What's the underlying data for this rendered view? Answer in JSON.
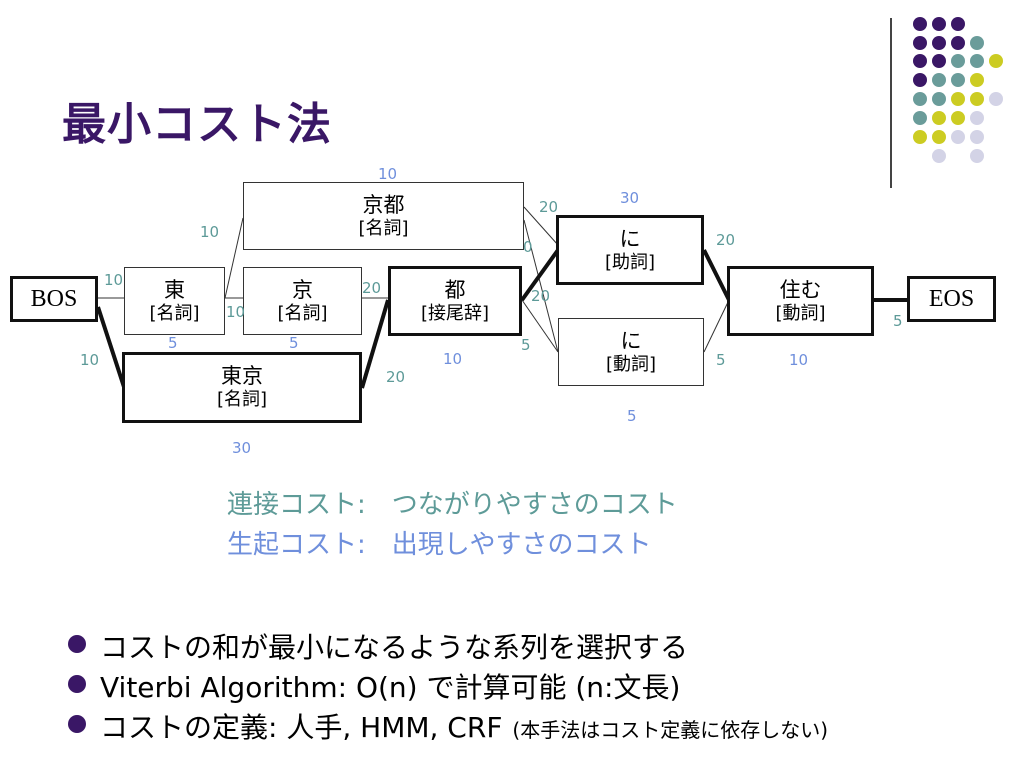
{
  "slide": {
    "title": "最小コスト法"
  },
  "theme": {
    "dark_purple": "#3a1766",
    "teal": "#5d9a98",
    "olive": "#cccc22",
    "lavender": "#d3d3e6"
  },
  "lattice": {
    "nodes": {
      "bos": {
        "label": "BOS"
      },
      "eos": {
        "label": "EOS"
      },
      "higashi": {
        "word": "東",
        "pos": "[名詞]"
      },
      "kyo": {
        "word": "京",
        "pos": "[名詞]"
      },
      "kyoto": {
        "word": "京都",
        "pos": "[名詞]"
      },
      "tokyo": {
        "word": "東京",
        "pos": "[名詞]"
      },
      "to": {
        "word": "都",
        "pos": "[接尾辞]"
      },
      "ni_joshi": {
        "word": "に",
        "pos": "[助詞]"
      },
      "ni_doshi": {
        "word": "に",
        "pos": "[動詞]"
      },
      "sumu": {
        "word": "住む",
        "pos": "[動詞]"
      }
    },
    "generation_costs": {
      "kyoto": "10",
      "higashi": "5",
      "kyo": "5",
      "tokyo": "30",
      "to": "10",
      "ni_joshi": "30",
      "ni_doshi": "5",
      "sumu": "10"
    },
    "connection_costs": {
      "bos_higashi": "10",
      "bos_tokyo": "10",
      "higashi_kyoto": "10",
      "higashi_kyo": "10",
      "kyo_to": "20",
      "tokyo_to": "20",
      "kyoto_ni_joshi": "20",
      "kyoto_ni_doshi": "0",
      "to_ni_joshi": "20",
      "to_ni_doshi": "5",
      "ni_joshi_sumu": "20",
      "ni_doshi_sumu": "5",
      "sumu_eos": "5"
    }
  },
  "legend": {
    "connection": "連接コスト:　つながりやすさのコスト",
    "generation": "生起コスト:　出現しやすさのコスト"
  },
  "bullets": {
    "b1": "コストの和が最小になるような系列を選択する",
    "b2": "Viterbi Algorithm: O(n) で計算可能 (n:文長)",
    "b3": "コストの定義: 人手, HMM, CRF",
    "b3_note": "(本手法はコスト定義に依存しない)"
  }
}
